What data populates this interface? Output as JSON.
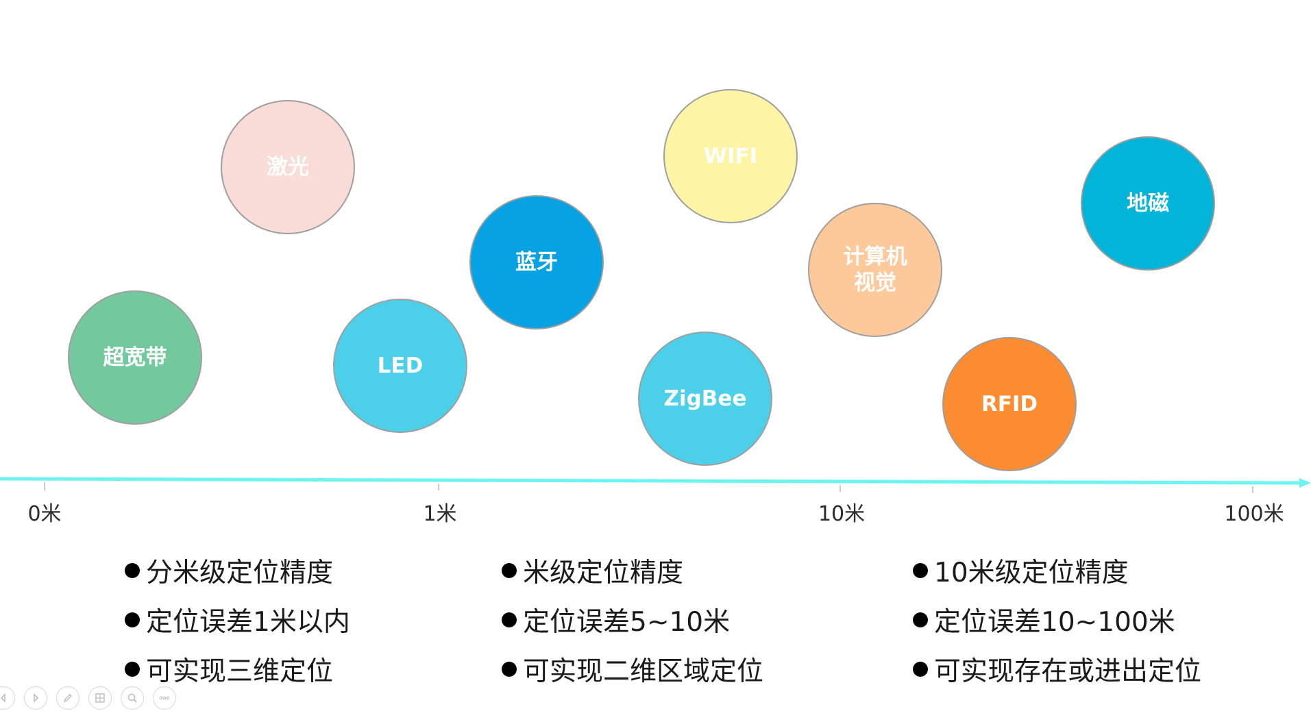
{
  "bubbles": [
    {
      "label": "激光",
      "color": "#f9dcd7"
    },
    {
      "label": "超宽带",
      "color": "#73c99d"
    },
    {
      "label": "LED",
      "color": "#4ccfe8"
    },
    {
      "label": "蓝牙",
      "color": "#06a2e3"
    },
    {
      "label": "WIFI",
      "color": "#fdf4a6"
    },
    {
      "label": "ZigBee",
      "color": "#4ccfe8"
    },
    {
      "label": "计算机\n视觉",
      "color": "#fdc99a"
    },
    {
      "label": "RFID",
      "color": "#fc8c31"
    },
    {
      "label": "地磁",
      "color": "#02b4d7"
    }
  ],
  "axis": {
    "color": "#6ef3f3",
    "ticks": [
      "0米",
      "1米",
      "10米",
      "100米"
    ]
  },
  "columns": [
    {
      "items": [
        "分米级定位精度",
        "定位误差1米以内",
        "可实现三维定位"
      ]
    },
    {
      "items": [
        "米级定位精度",
        "定位误差5~10米",
        "可实现二维区域定位"
      ]
    },
    {
      "items": [
        "10米级定位精度",
        "定位误差10~100米",
        "可实现存在或进出定位"
      ]
    }
  ],
  "toolbar": {
    "icons": [
      "previous-icon",
      "next-icon",
      "pen-icon",
      "slides-grid-icon",
      "zoom-icon",
      "more-icon"
    ]
  }
}
